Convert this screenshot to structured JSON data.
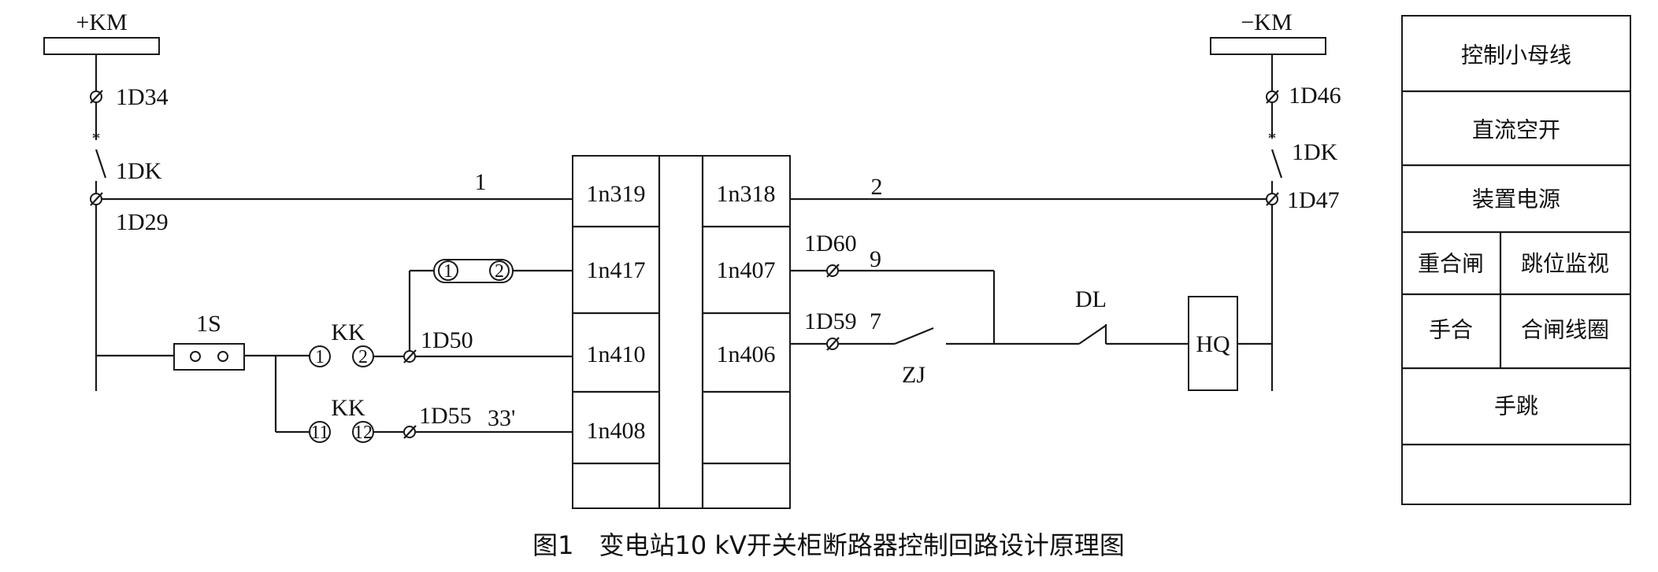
{
  "buses": {
    "positive": "+KM",
    "negative": "−KM"
  },
  "terminals": {
    "d34": "1D34",
    "d29": "1D29",
    "d50": "1D50",
    "d55": "1D55",
    "d46": "1D46",
    "d47": "1D47",
    "d60": "1D60",
    "d59": "1D59"
  },
  "switches": {
    "dk_left": "1DK",
    "dk_right": "1DK",
    "s1": "1S",
    "kk_top": "KK",
    "kk_bottom": "KK",
    "dl": "DL",
    "zj": "ZJ",
    "hq": "HQ"
  },
  "contacts": {
    "c1": "1",
    "c2": "2",
    "c11": "11",
    "c12": "12"
  },
  "wire_numbers": {
    "w1": "1",
    "w2": "2",
    "w9": "9",
    "w7": "7",
    "w33": "33'"
  },
  "device_pins": {
    "left": [
      "1n319",
      "1n417",
      "1n410",
      "1n408",
      ""
    ],
    "right": [
      "1n318",
      "1n407",
      "1n406",
      "",
      ""
    ]
  },
  "legend": {
    "rows": [
      "控制小母线",
      "直流空开",
      "装置电源",
      "",
      "",
      "手跳",
      ""
    ],
    "split_rows": [
      [
        "重合闸",
        "跳位监视"
      ],
      [
        "手合",
        "合闸线圈"
      ]
    ]
  },
  "caption": "图1　变电站10 kV开关柜断路器控制回路设计原理图"
}
